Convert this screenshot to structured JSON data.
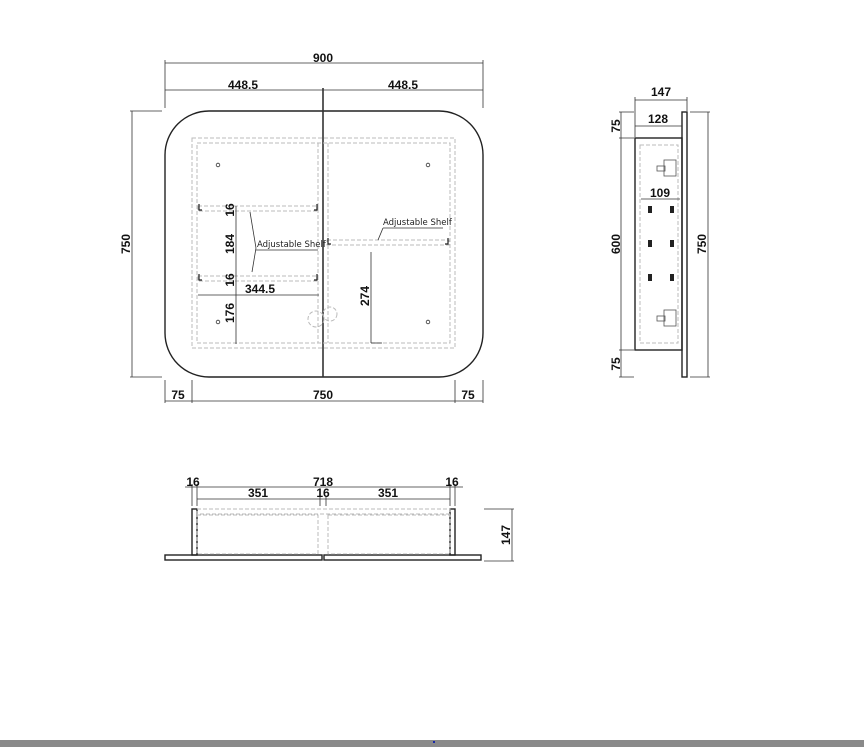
{
  "front_view": {
    "overall_width": "900",
    "door_left_width": "448.5",
    "door_right_width": "448.5",
    "overall_height": "750",
    "margin_left": "75",
    "inner_width": "750",
    "margin_right": "75",
    "shelf_thickness_top": "16",
    "shelf_gap": "184",
    "shelf_thickness_bottom": "16",
    "shelf_width": "344.5",
    "bottom_gap": "176",
    "right_shelf_height": "274",
    "left_shelf_label": "Adjustable Shelf",
    "right_shelf_label": "Adjustable Shelf"
  },
  "side_view": {
    "total_depth": "147",
    "body_depth": "128",
    "shelf_depth": "109",
    "top_offset": "75",
    "body_height": "600",
    "bottom_offset": "75",
    "overall_height": "750"
  },
  "top_view": {
    "side_left": "16",
    "inner_width": "718",
    "side_right": "16",
    "compartment_left": "351",
    "divider": "16",
    "compartment_right": "351",
    "depth": "147"
  }
}
